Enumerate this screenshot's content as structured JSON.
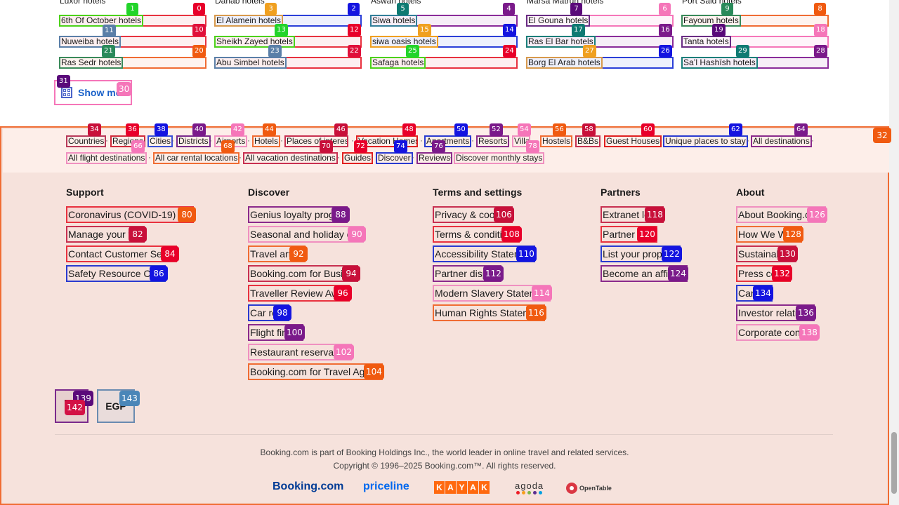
{
  "columns": [
    {
      "title": "Luxor hotels",
      "links": [
        "6th Of October hotels",
        "Nuweiba hotels",
        "Ras Sedr hotels"
      ]
    },
    {
      "title": "Dahab hotels",
      "links": [
        "El Alamein hotels",
        "Sheikh Zayed hotels",
        "Abu Simbel hotels"
      ]
    },
    {
      "title": "Aswan hotels",
      "links": [
        "Siwa hotels",
        "siwa oasis hotels",
        "Safaga hotels"
      ]
    },
    {
      "title": "Marsa Matruh hotels",
      "links": [
        "El Gouna hotels",
        "Ras El Bar hotels",
        "Borg El Arab hotels"
      ]
    },
    {
      "title": "Port Said hotels",
      "links": [
        "Fayoum hotels",
        "Tanta hotels",
        "Sa’l Hashīsh hotels"
      ]
    }
  ],
  "show_more_label": "Show mo",
  "tabs": [
    "Countries",
    "Regions",
    "Cities",
    "Districts",
    "Airports",
    "Hotels",
    "Places of interest",
    "Vacation Homes",
    "Apartments",
    "Resorts",
    "Villas",
    "Hostels",
    "B&Bs",
    "Guest Houses",
    "Unique places to stay",
    "All destinations",
    "All flight destinations",
    "All car rental locations",
    "All vacation destinations",
    "Guides",
    "Discover",
    "Reviews",
    "Discover monthly stays"
  ],
  "separator": "·",
  "footer": {
    "support": {
      "heading": "Support",
      "links": [
        "Coronavirus (COVID-19) FAQs",
        "Manage your trips",
        "Contact Customer Service",
        "Safety Resource Centre"
      ]
    },
    "discover": {
      "heading": "Discover",
      "links": [
        "Genius loyalty programme",
        "Seasonal and holiday deals",
        "Travel articles",
        "Booking.com for Business",
        "Traveller Review Awards",
        "Car rental",
        "Flight finder",
        "Restaurant reservations",
        "Booking.com for Travel Agents"
      ]
    },
    "terms": {
      "heading": "Terms and settings",
      "links": [
        "Privacy & cookies",
        "Terms & conditions",
        "Accessibility Statement",
        "Partner dispute",
        "Modern Slavery Statement",
        "Human Rights Statement"
      ]
    },
    "partners": {
      "heading": "Partners",
      "links": [
        "Extranet login",
        "Partner help",
        "List your property",
        "Become an affiliate"
      ]
    },
    "about": {
      "heading": "About",
      "links": [
        "About Booking.com",
        "How We Work",
        "Sustainability",
        "Press centre",
        "Careers",
        "Investor relations",
        "Corporate contact"
      ]
    }
  },
  "currency": "EGP",
  "legal_line1": "Booking.com is part of Booking Holdings Inc., the world leader in online travel and related services.",
  "legal_line2": "Copyright © 1996–2025 Booking.com™. All rights reserved.",
  "brands": {
    "booking": "Booking.com",
    "priceline": "priceline",
    "kayak": [
      "K",
      "A",
      "Y",
      "A",
      "K"
    ],
    "agoda": "agoda",
    "opentable": "OpenTable"
  },
  "colors": {
    "booking_blue": "#003b95",
    "priceline_blue": "#0068ef",
    "kayak_orange": "#ff690f",
    "footer_bg": "#f6e2dc",
    "accent_orange": "#f06c33"
  },
  "badges": {
    "b0": "0",
    "b1": "1",
    "b2": "2",
    "b3": "3",
    "b4": "4",
    "b5": "5",
    "b6": "6",
    "b7": "7",
    "b8": "8",
    "b9": "9",
    "b10": "10",
    "b11": "11",
    "b12": "12",
    "b13": "13",
    "b14": "14",
    "b15": "15",
    "b16": "16",
    "b17": "17",
    "b18": "18",
    "b19": "19",
    "b20": "20",
    "b21": "21",
    "b22": "22",
    "b23": "23",
    "b24": "24",
    "b25": "25",
    "b26": "26",
    "b27": "27",
    "b28": "28",
    "b29": "29",
    "b30": "30",
    "b31": "31",
    "b32": "32",
    "b34": "34",
    "b36": "36",
    "b38": "38",
    "b40": "40",
    "b42": "42",
    "b44": "44",
    "b46": "46",
    "b48": "48",
    "b50": "50",
    "b52": "52",
    "b54": "54",
    "b56": "56",
    "b58": "58",
    "b60": "60",
    "b62": "62",
    "b64": "64",
    "b66": "66",
    "b68": "68",
    "b70": "70",
    "b72": "72",
    "b74": "74",
    "b76": "76",
    "b78": "78",
    "b80": "80",
    "b82": "82",
    "b84": "84",
    "b86": "86",
    "b88": "88",
    "b90": "90",
    "b92": "92",
    "b94": "94",
    "b96": "96",
    "b98": "98",
    "b100": "100",
    "b102": "102",
    "b104": "104",
    "b106": "106",
    "b108": "108",
    "b110": "110",
    "b112": "112",
    "b114": "114",
    "b116": "116",
    "b118": "118",
    "b120": "120",
    "b122": "122",
    "b124": "124",
    "b126": "126",
    "b128": "128",
    "b130": "130",
    "b132": "132",
    "b134": "134",
    "b136": "136",
    "b138": "138",
    "b139": "139",
    "b142": "142",
    "b143": "143"
  }
}
